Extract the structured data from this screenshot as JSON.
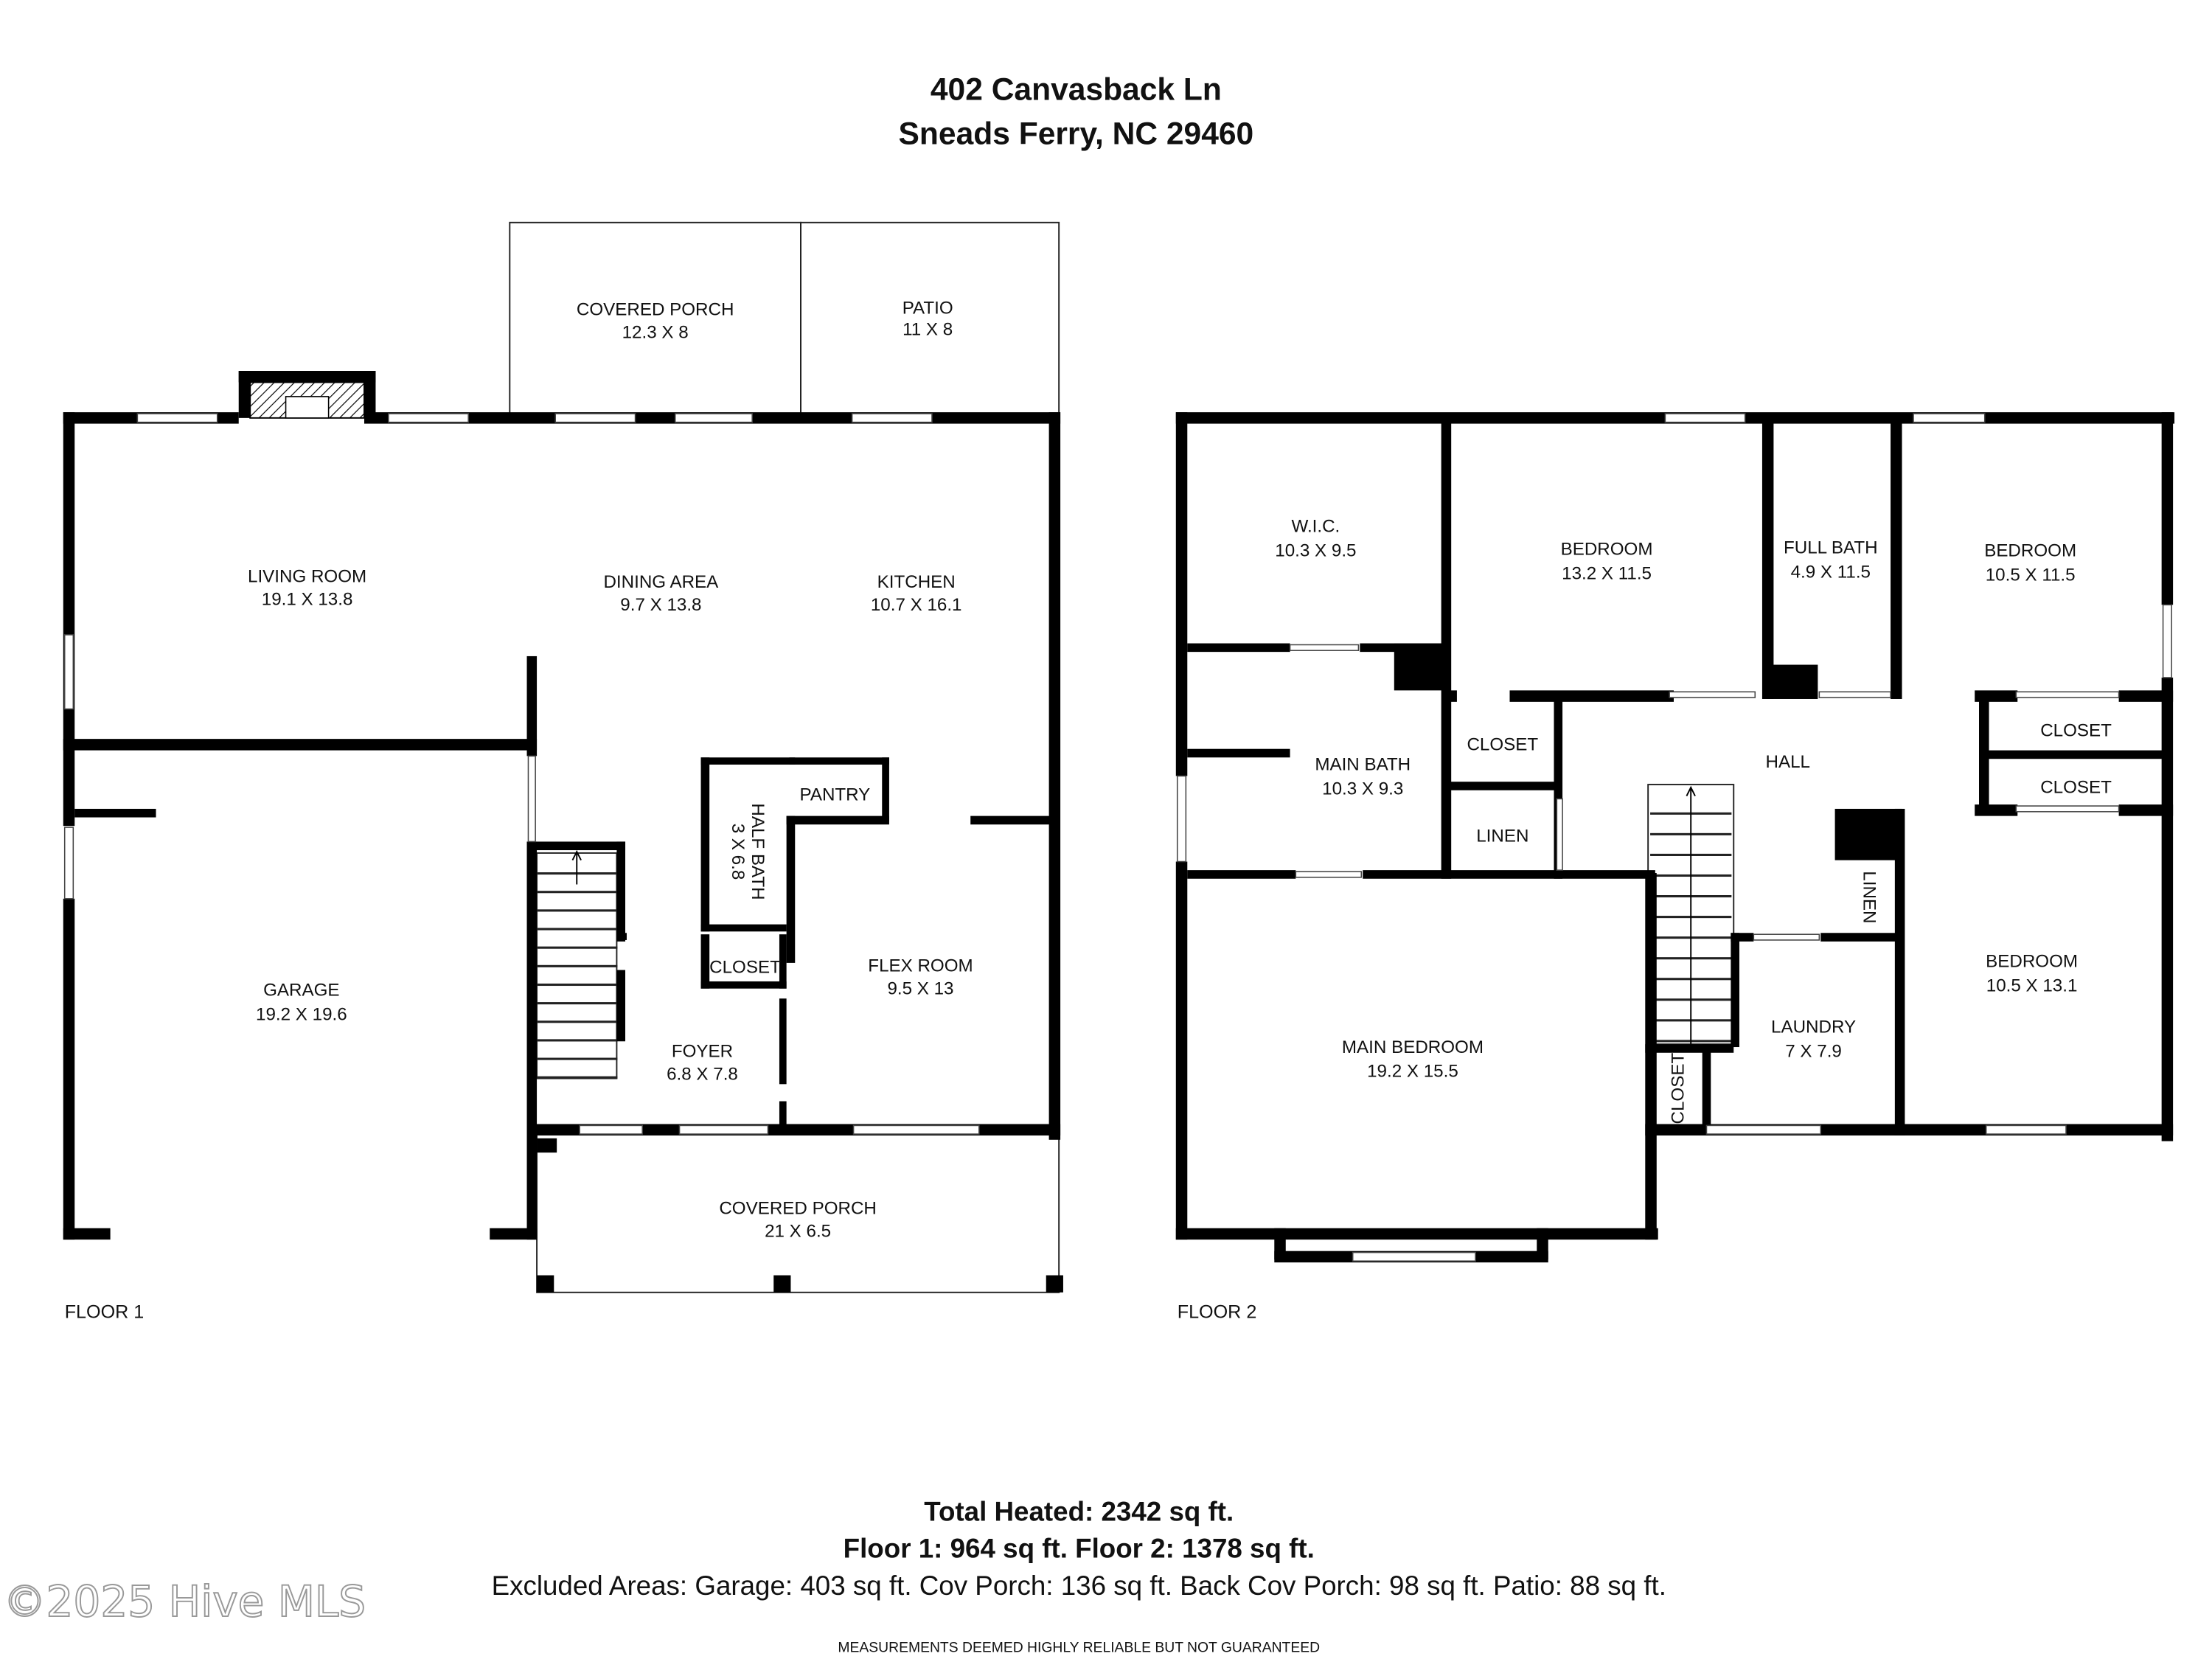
{
  "header": {
    "address_line1": "402 Canvasback Ln",
    "address_line2": "Sneads Ferry, NC 29460"
  },
  "floor1": {
    "label": "FLOOR 1",
    "rooms": [
      {
        "name": "COVERED PORCH",
        "dims": "12.3 X 8"
      },
      {
        "name": "PATIO",
        "dims": "11 X 8"
      },
      {
        "name": "LIVING ROOM",
        "dims": "19.1 X 13.8"
      },
      {
        "name": "DINING AREA",
        "dims": "9.7 X 13.8"
      },
      {
        "name": "KITCHEN",
        "dims": "10.7 X 16.1"
      },
      {
        "name": "HALF BATH",
        "dims": "3 X 6.8"
      },
      {
        "name": "PANTRY"
      },
      {
        "name": "CLOSET"
      },
      {
        "name": "GARAGE",
        "dims": "19.2 X 19.6"
      },
      {
        "name": "FLEX ROOM",
        "dims": "9.5 X 13"
      },
      {
        "name": "FOYER",
        "dims": "6.8 X 7.8"
      },
      {
        "name": "COVERED PORCH",
        "dims": "21 X 6.5"
      }
    ]
  },
  "floor2": {
    "label": "FLOOR 2",
    "rooms": [
      {
        "name": "W.I.C.",
        "dims": "10.3 X 9.5"
      },
      {
        "name": "BEDROOM",
        "dims": "13.2 X 11.5"
      },
      {
        "name": "FULL BATH",
        "dims": "4.9 X 11.5"
      },
      {
        "name": "BEDROOM",
        "dims": "10.5 X 11.5"
      },
      {
        "name": "MAIN BATH",
        "dims": "10.3 X 9.3"
      },
      {
        "name": "CLOSET"
      },
      {
        "name": "HALL"
      },
      {
        "name": "CLOSET"
      },
      {
        "name": "CLOSET"
      },
      {
        "name": "LINEN"
      },
      {
        "name": "LINEN"
      },
      {
        "name": "BEDROOM",
        "dims": "10.5 X 13.1"
      },
      {
        "name": "MAIN BEDROOM",
        "dims": "19.2 X 15.5"
      },
      {
        "name": "LAUNDRY",
        "dims": "7 X 7.9"
      },
      {
        "name": "CLOSET"
      }
    ]
  },
  "footer": {
    "total": "Total Heated: 2342 sq ft.",
    "floors": "Floor 1: 964 sq ft. Floor 2: 1378 sq ft.",
    "excluded": "Excluded Areas: Garage: 403 sq ft. Cov Porch: 136 sq ft. Back Cov Porch: 98 sq ft. Patio: 88 sq ft.",
    "disclaimer": "MEASUREMENTS DEEMED HIGHLY RELIABLE BUT NOT GUARANTEED"
  },
  "watermark": "©2025 Hive MLS"
}
